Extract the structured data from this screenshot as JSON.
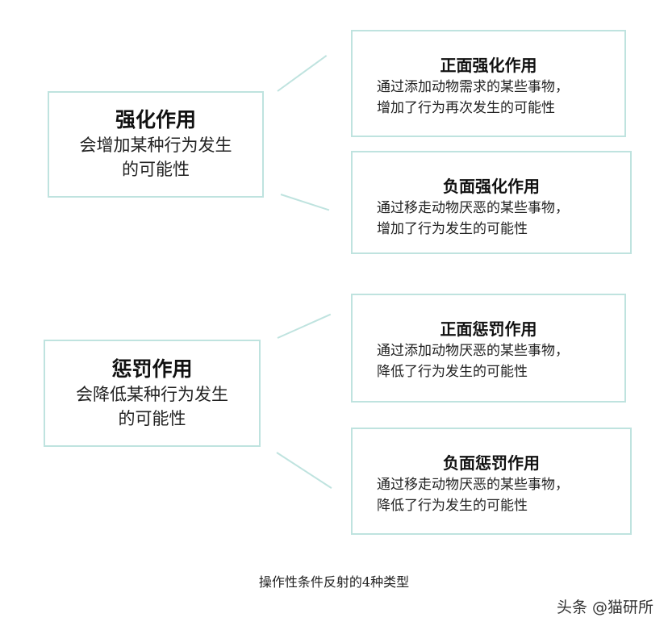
{
  "groups": [
    {
      "main": {
        "title": "强化作用",
        "desc": "会增加某种行为发生的可能性"
      },
      "items": [
        {
          "title": "正面强化作用",
          "line1": "通过添加动物需求的某些事物，",
          "line2": "增加了行为再次发生的可能性"
        },
        {
          "title": "负面强化作用",
          "line1": "通过移走动物厌恶的某些事物，",
          "line2": "增加了行为发生的可能性"
        }
      ]
    },
    {
      "main": {
        "title": "惩罚作用",
        "desc": "会降低某种行为发生的可能性"
      },
      "items": [
        {
          "title": "正面惩罚作用",
          "line1": "通过添加动物厌恶的某些事物，",
          "line2": "降低了行为发生的可能性"
        },
        {
          "title": "负面惩罚作用",
          "line1": "通过移走动物厌恶的某些事物，",
          "line2": "降低了行为发生的可能性"
        }
      ]
    }
  ],
  "caption": "操作性条件反射的4种类型",
  "watermark": "头条 @猫研所",
  "colors": {
    "border": "#bfe3df",
    "text": "#222222"
  }
}
